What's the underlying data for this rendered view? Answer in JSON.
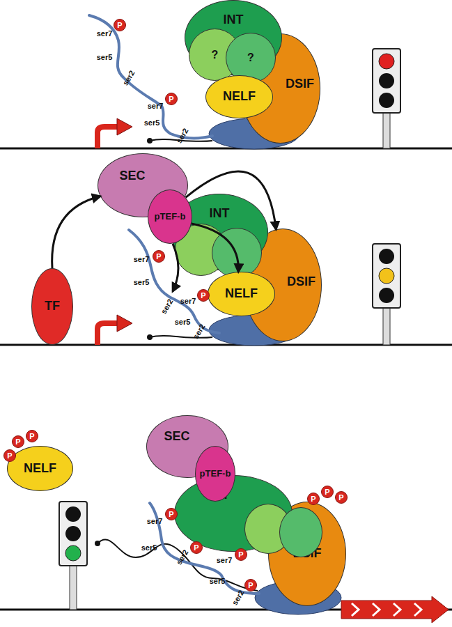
{
  "diagram": {
    "nodes": [
      {
        "text": [
          "INT"
        ]
      },
      {
        "text": [
          "?"
        ],
        "in": 0
      },
      {
        "text": [
          "?"
        ],
        "in": 0
      },
      {
        "text": [
          "DSIF"
        ]
      },
      {
        "text": [
          "NELF"
        ]
      },
      {
        "text": [
          "SEC"
        ]
      },
      {
        "text": [
          "pTEF-b"
        ]
      },
      {
        "text": [
          "INT"
        ]
      },
      {
        "text": [
          "DSIF"
        ]
      },
      {
        "text": [
          "NELF"
        ]
      },
      {
        "text": [
          "TF"
        ]
      },
      {
        "text": [
          "NELF"
        ]
      },
      {
        "text": [
          "SEC"
        ]
      },
      {
        "text": [
          "pTEF-b"
        ]
      },
      {
        "text": [
          "INT"
        ]
      },
      {
        "text": [
          "DSIF"
        ]
      }
    ],
    "edges": [
      {
        "from": 10,
        "to": 5,
        "arrow": "to"
      },
      {
        "from": 6,
        "to": 8,
        "arrow": "to"
      },
      {
        "from": 6,
        "to": 9,
        "arrow": "to"
      }
    ],
    "labels": [
      "ser7",
      "P",
      "ser5",
      "ser2",
      "ser7",
      "P",
      "ser5",
      "ser2",
      "ser7",
      "P",
      "ser5",
      "ser2",
      "ser7",
      "P",
      "ser5",
      "ser2",
      "P",
      "P",
      "P",
      "ser7",
      "P",
      "ser5",
      "ser2",
      "P",
      "ser7",
      "P",
      "ser5",
      "ser2",
      "P",
      "P",
      "P",
      "P"
    ]
  }
}
